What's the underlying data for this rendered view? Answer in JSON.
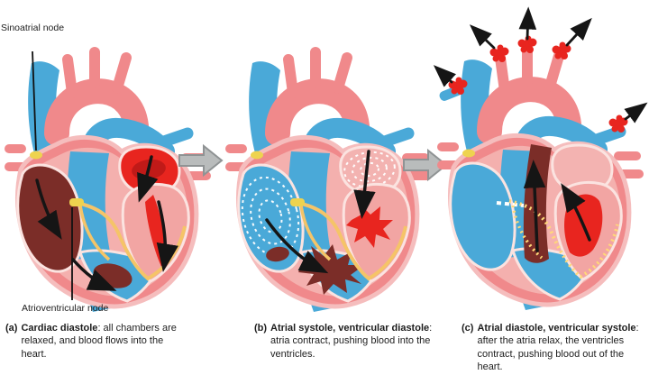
{
  "figure": {
    "type": "cardiac-cycle-diagram",
    "background": "#ffffff"
  },
  "labels": {
    "sinoatrial_node": "Sinoatrial node",
    "atrioventricular_node": "Atrioventricular node"
  },
  "captions": [
    {
      "id": "(a)",
      "title": "Cardiac diastole",
      "description": ": all chambers are relaxed, and blood flows into the heart."
    },
    {
      "id": "(b)",
      "title": "Atrial systole, ventricular diastole",
      "description": ": atria contract, pushing blood into the ventricles."
    },
    {
      "id": "(c)",
      "title": "Atrial diastole, ventricular systole",
      "description": ": after the atria relax, the ventricles contract, pushing blood out of the heart."
    }
  ],
  "icons": {
    "transition_arrow": "right-block-arrow",
    "flow_arrow": "black-arrow",
    "ejection_splash": "red-splat"
  },
  "palette": {
    "deoxygenated_blue": "#4aa9d8",
    "heart_muscle_salmon": "#f0898b",
    "heart_rim_pink": "#f5bdbd",
    "chamber_outline_cream": "#fbe3e0",
    "venous_blood_maroon": "#7b2d28",
    "oxygenated_blood_red": "#e8251f",
    "node_yellow": "#eed34f",
    "conduction_orange": "#f5c468",
    "conduction_pale_yellow": "#ffd978",
    "transition_arrow_gray": "#b9bcbc",
    "flow_arrow_black": "#151515",
    "text_color": "#1d1d1d"
  }
}
